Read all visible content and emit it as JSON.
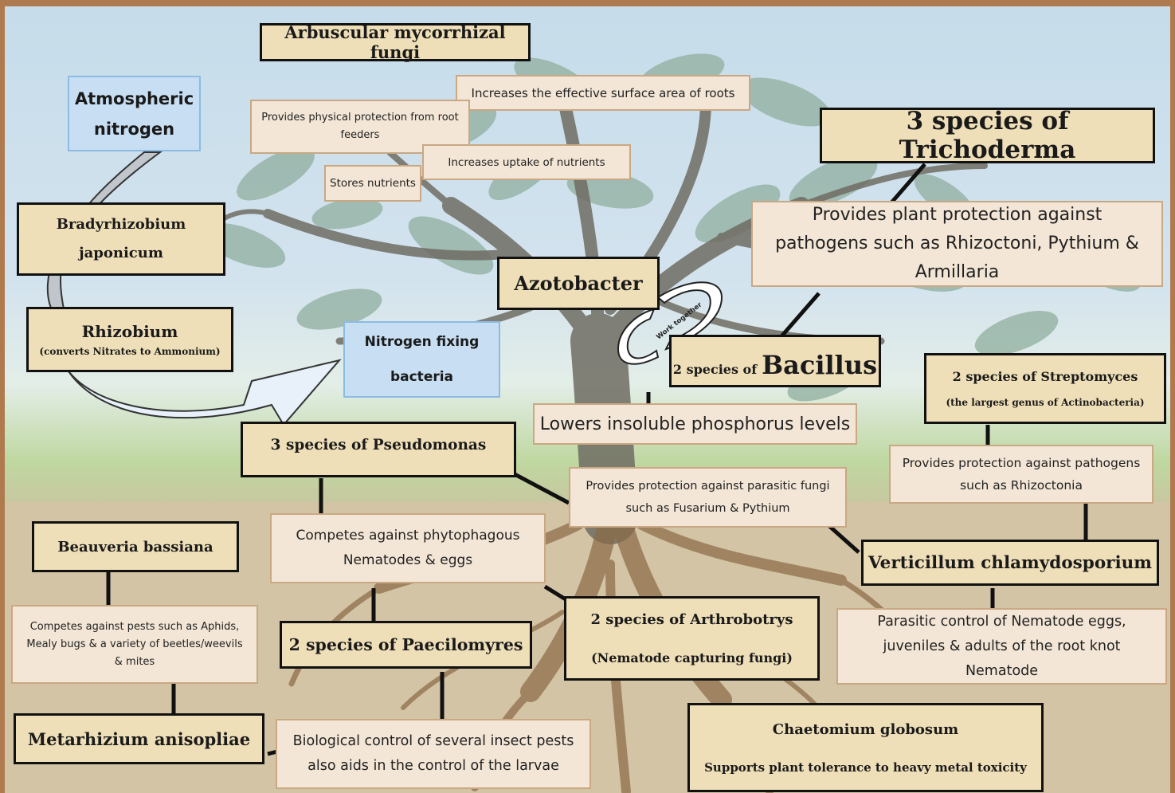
{
  "amf": {
    "title": "Arbuscular mycorrhizal fungi",
    "d1": "Increases the effective surface area of roots",
    "d2": "Provides physical protection from root feeders",
    "d3": "Increases uptake of nutrients",
    "d4": "Stores nutrients"
  },
  "atmospheric": "Atmospheric nitrogen",
  "bradyrhizobium": "Bradyrhizobium japonicum",
  "rhizobium": {
    "title": "Rhizobium",
    "note": "(converts Nitrates to Ammonium)"
  },
  "nfb": {
    "line1": "Nitrogen fixing",
    "line2": "bacteria"
  },
  "trichoderma": {
    "title": "3 species of Trichoderma",
    "desc": "Provides plant protection against pathogens such as Rhizoctoni, Pythium & Armillaria"
  },
  "azotobacter": "Azotobacter",
  "work_together": "Work together",
  "bacillus": {
    "prefix": "2 species of",
    "name": "Bacillus",
    "desc": "Lowers insoluble phosphorus levels"
  },
  "streptomyces": {
    "title": "2 species of Streptomyces",
    "note": "(the largest genus of Actinobacteria)",
    "desc": "Provides protection against pathogens such as Rhizoctonia"
  },
  "pseudomonas": {
    "title": "3 species of Pseudomonas",
    "desc_fungi": "Provides protection against parasitic fungi such as Fusarium & Pythium",
    "desc_nematodes": "Competes against phytophagous Nematodes & eggs"
  },
  "verticillum": {
    "title": "Verticillum chlamydosporium",
    "desc": "Parasitic control of Nematode eggs, juveniles & adults of the root knot Nematode"
  },
  "beauveria": {
    "title": "Beauveria bassiana",
    "desc": "Competes against pests such as Aphids, Mealy bugs & a variety of   beetles/weevils & mites"
  },
  "paecilomyres": {
    "title": "2 species of Paecilomyres",
    "desc": "Biological control of several insect pests also aids in the control of the larvae"
  },
  "arthrobotrys": {
    "title": "2 species of Arthrobotrys",
    "note": "(Nematode capturing fungi)"
  },
  "metarhizium": "Metarhizium anisopliae",
  "chaetomium": {
    "title": "Chaetomium globosum",
    "desc": "Supports plant tolerance to heavy metal toxicity"
  }
}
